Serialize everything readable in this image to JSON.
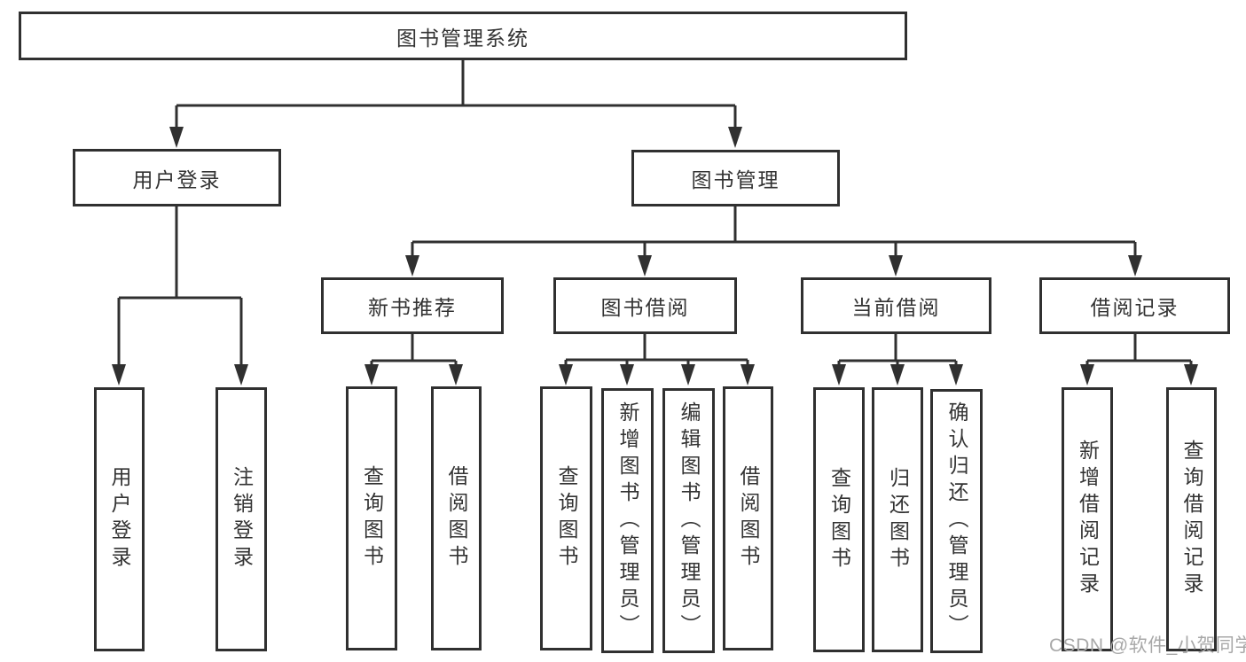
{
  "colors": {
    "line": "#303030",
    "text": "#333333",
    "watermark": "#a8a8a8"
  },
  "tree": {
    "root": "图书管理系统",
    "user_login": {
      "label": "用户登录",
      "children": [
        "用户登录",
        "注销登录"
      ]
    },
    "book_mgmt": {
      "label": "图书管理",
      "children": [
        {
          "label": "新书推荐",
          "children": [
            "查询图书",
            "借阅图书"
          ]
        },
        {
          "label": "图书借阅",
          "children": [
            "查询图书",
            "新增图书（管理员）",
            "编辑图书（管理员）",
            "借阅图书"
          ]
        },
        {
          "label": "当前借阅",
          "children": [
            "查询图书",
            "归还图书",
            "确认归还（管理员）"
          ]
        },
        {
          "label": "借阅记录",
          "children": [
            "新增借阅记录",
            "查询借阅记录"
          ]
        }
      ]
    }
  },
  "watermark": {
    "text": "CSDN @软件_小贺同学"
  }
}
